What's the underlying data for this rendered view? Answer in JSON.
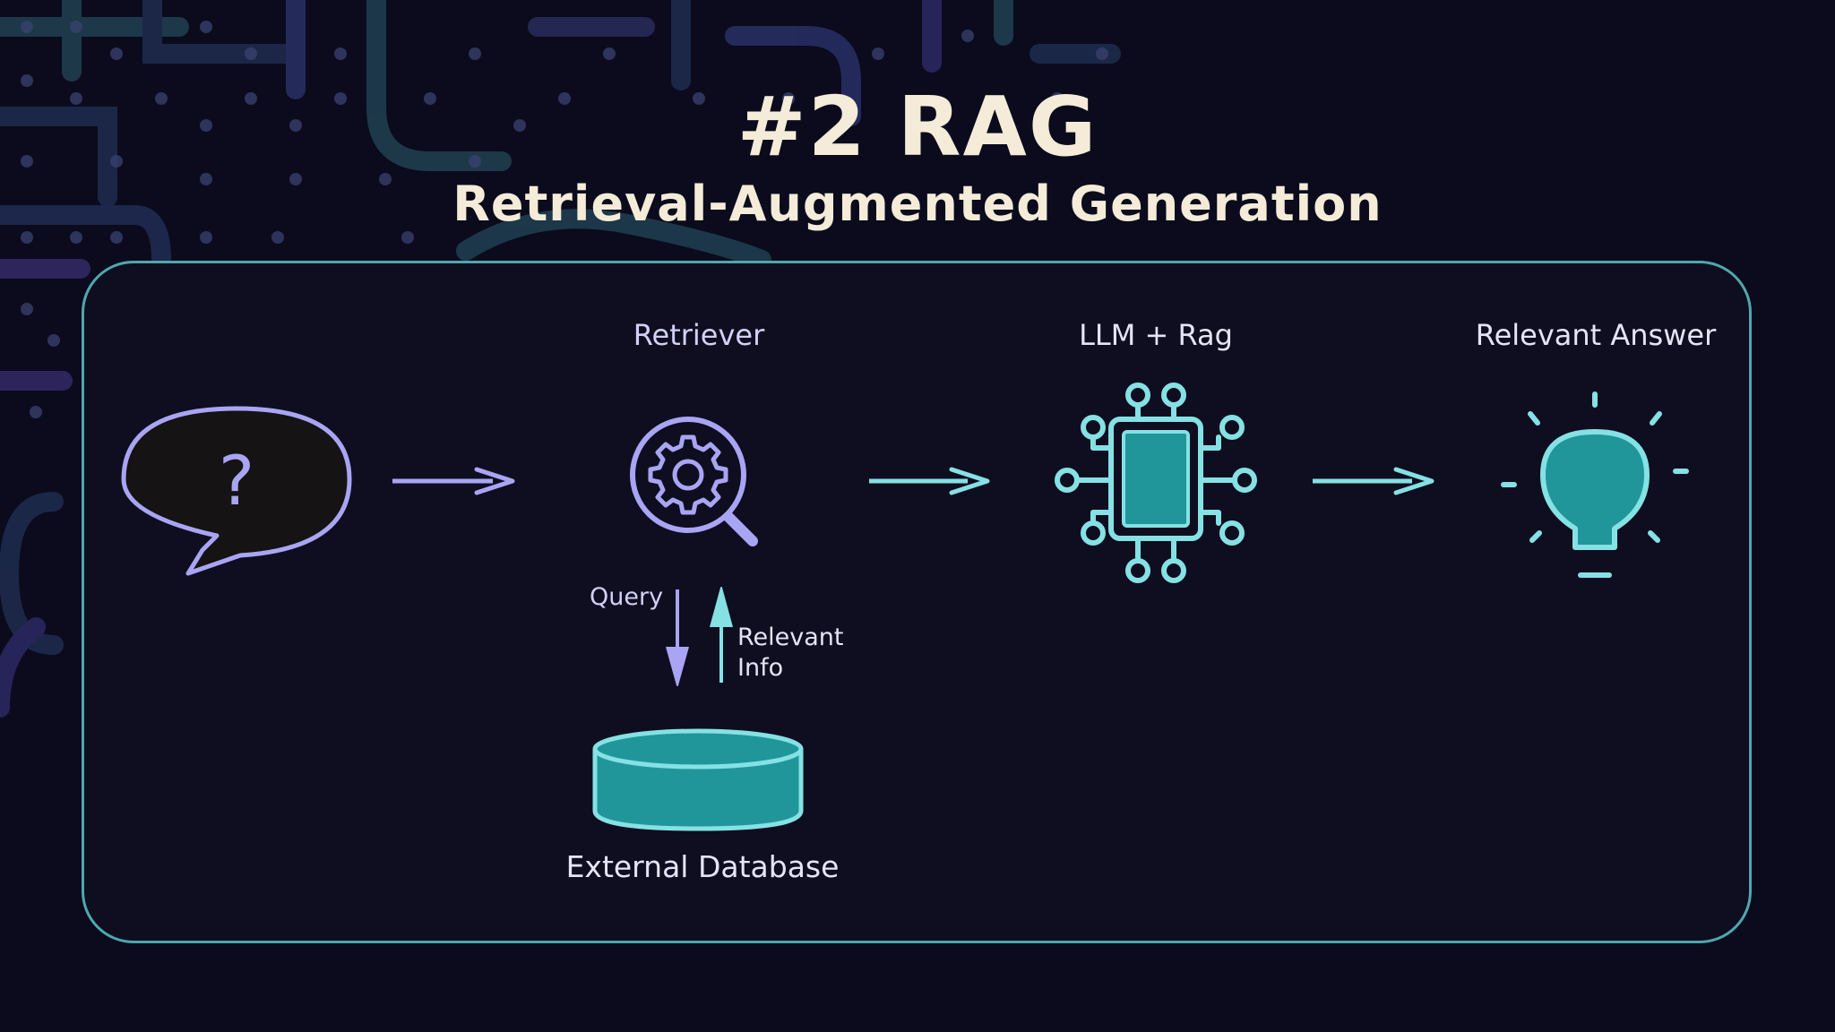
{
  "header": {
    "title": "#2 RAG",
    "subtitle": "Retrieval-Augmented Generation"
  },
  "steps": {
    "retriever": "Retriever",
    "llm": "LLM + Rag",
    "answer": "Relevant Answer"
  },
  "flow": {
    "query": "Query",
    "relevant_info_line1": "Relevant",
    "relevant_info_line2": "Info",
    "database": "External Database"
  },
  "icons": {
    "question": "?",
    "question_bubble": "speech-bubble-icon",
    "retriever": "gear-magnifier-icon",
    "database": "database-icon",
    "llm": "chip-icon",
    "answer": "lightbulb-icon"
  },
  "colors": {
    "background": "#0b0b1d",
    "title": "#f4ecd8",
    "lavender": "#a9a5f4",
    "teal": "#85e1e3",
    "teal_fill": "#20969a",
    "panel_border": "#4fa7ad"
  }
}
